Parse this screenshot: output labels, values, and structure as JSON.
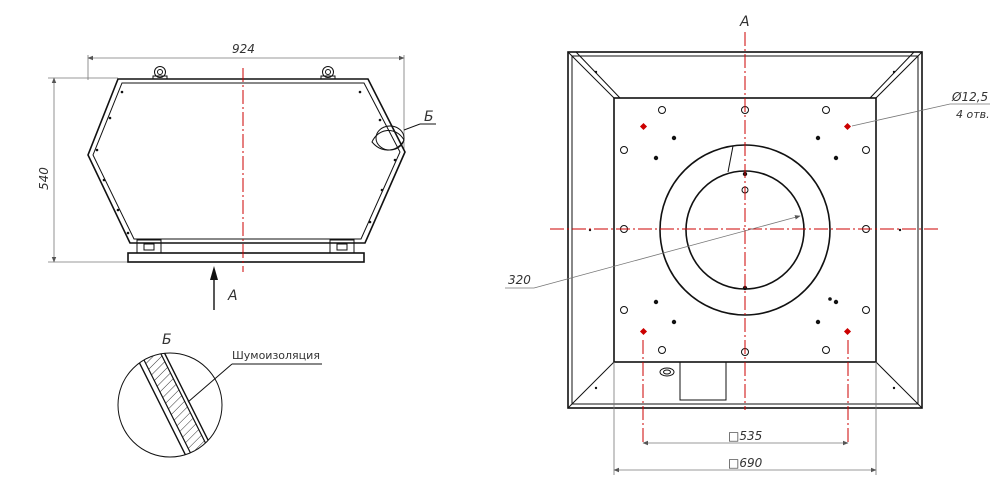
{
  "side_view": {
    "width_dim": "924",
    "height_dim": "540",
    "detail_callout": "Б",
    "view_arrow_label": "А"
  },
  "detail": {
    "title": "Б",
    "insulation_label": "Шумоизоляция"
  },
  "top_view": {
    "title": "А",
    "hole_dim": "Ø12,5",
    "hole_count": "4 отв.",
    "diameter_dim": "320",
    "inner_square_dim": "□535",
    "outer_square_dim": "□690"
  },
  "colors": {
    "line": "#111111",
    "dimension": "#777777",
    "axis": "#cc0000"
  }
}
